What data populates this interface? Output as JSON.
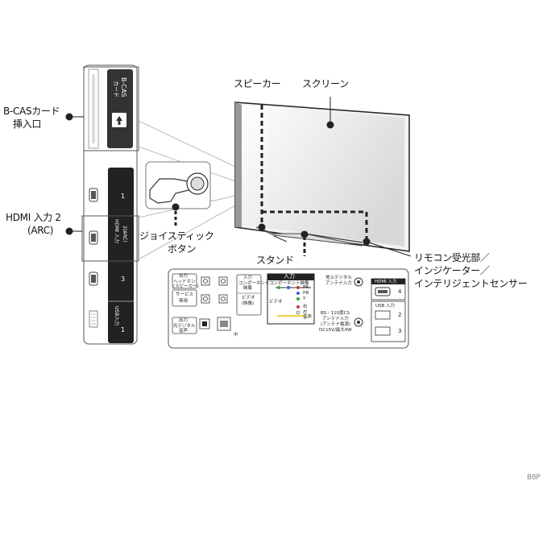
{
  "labels": {
    "bcas_line1": "B-CASカード",
    "bcas_line2": "挿入口",
    "hdmi_line1": "HDMI 入力 2",
    "hdmi_line2": "(ARC)",
    "speaker": "スピーカー",
    "screen": "スクリーン",
    "joystick_line1": "ジョイスティック",
    "joystick_line2": "ボタン",
    "stand": "スタンド",
    "remote_line1": "リモコン受光部／",
    "remote_line2": "インジケーター／",
    "remote_line3": "インテリジェントセンサー",
    "model_code": "B8P"
  },
  "side_panel": {
    "bcas_card": "B-CAS",
    "bcas_card2": "カード",
    "hdmi_title": "HDMI 入力",
    "hdmi1": "1",
    "hdmi2": "2(ARC)",
    "hdmi3": "3",
    "usb": "USB入力",
    "usb_num": "1"
  },
  "rear_panel": {
    "out_label": "出力",
    "headphone": "ヘッドホン",
    "audio_label": "(スピーカー)",
    "service1": "サービス",
    "service2": "専用",
    "out2": "出力",
    "optical1": "光デジタル",
    "optical2": "音声",
    "input_small": "入力",
    "composite": "コンポーネント",
    "composite2": "映像",
    "video_small": "ビデオ",
    "video_small2": "(映像)",
    "input_title": "入力",
    "comp_long": "コンポーネント映像",
    "video_long": "ビデオ",
    "pr": "PR",
    "pb": "PB",
    "y": "Y",
    "left": "左",
    "right": "右",
    "audio": "音声",
    "lan_mark": "中",
    "terrestrial1": "地上デジタル",
    "terrestrial2": "アンテナ入力",
    "bs1": "BS・110度CS",
    "bs2": "アンテナ入力",
    "bs3": "(アンテナ電源)",
    "bs4": "DC15V/最大4W",
    "hdmi_in": "HDMI 入力",
    "hdmi4": "4",
    "usb_in": "USB 入力",
    "usb2": "2",
    "usb3": "3"
  }
}
